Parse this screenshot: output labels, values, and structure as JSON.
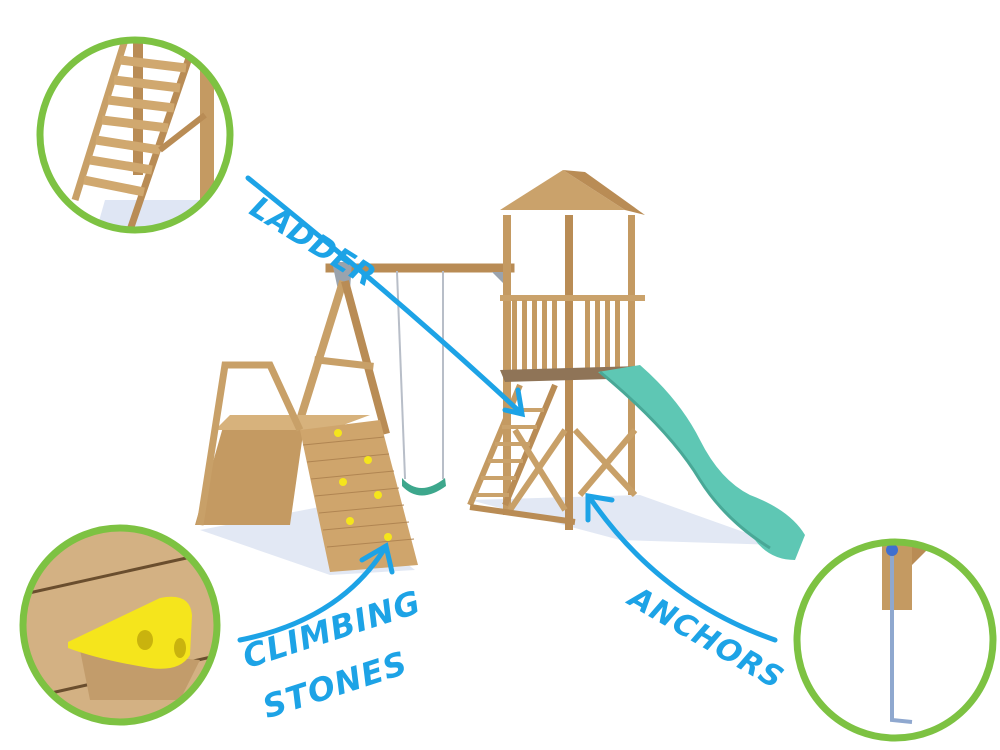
{
  "labels": {
    "ladder": "LADDER",
    "climbing_line1": "CLIMBING",
    "climbing_line2": "STONES",
    "anchors": "ANCHORS"
  },
  "callouts": [
    {
      "id": "ladder-detail",
      "position": "top-left",
      "shows": "ladder"
    },
    {
      "id": "climbing-stone-detail",
      "position": "bottom-left",
      "shows": "yellow climbing stone"
    },
    {
      "id": "anchor-detail",
      "position": "bottom-right",
      "shows": "ground anchor"
    }
  ],
  "colors": {
    "label_blue": "#1da3e6",
    "ring_green": "#7dc242",
    "wood": "#c8a068",
    "wood_dark": "#a47a45",
    "slide": "#5ec7b4",
    "climbing_stone": "#f5e51c",
    "bracket": "#9aa3ad",
    "shadow": "#dfe5f2"
  }
}
